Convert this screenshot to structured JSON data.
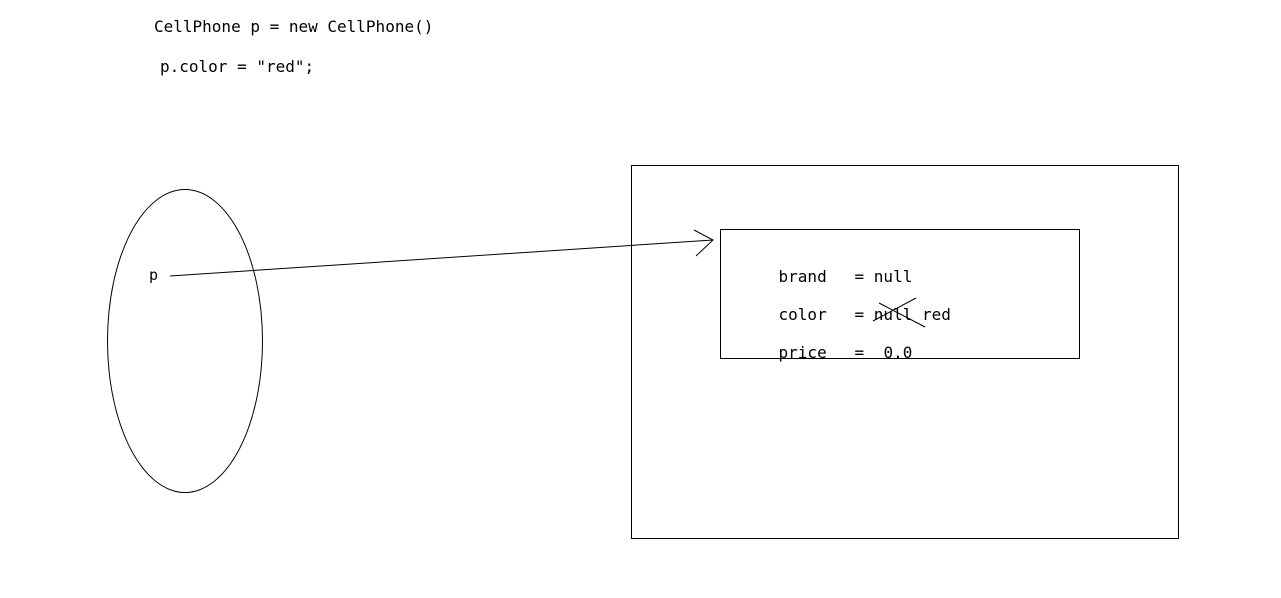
{
  "code": {
    "line1": "CellPhone p = new CellPhone()",
    "line2": "p.color = \"red\";"
  },
  "stack": {
    "variable": "p"
  },
  "object": {
    "fields": [
      {
        "name": "brand",
        "eq": "= ",
        "value": "null"
      },
      {
        "name": "color",
        "eq": "= ",
        "old_value": "null",
        "value": "red"
      },
      {
        "name": "price",
        "eq": "=  ",
        "value": "0.0"
      }
    ]
  }
}
